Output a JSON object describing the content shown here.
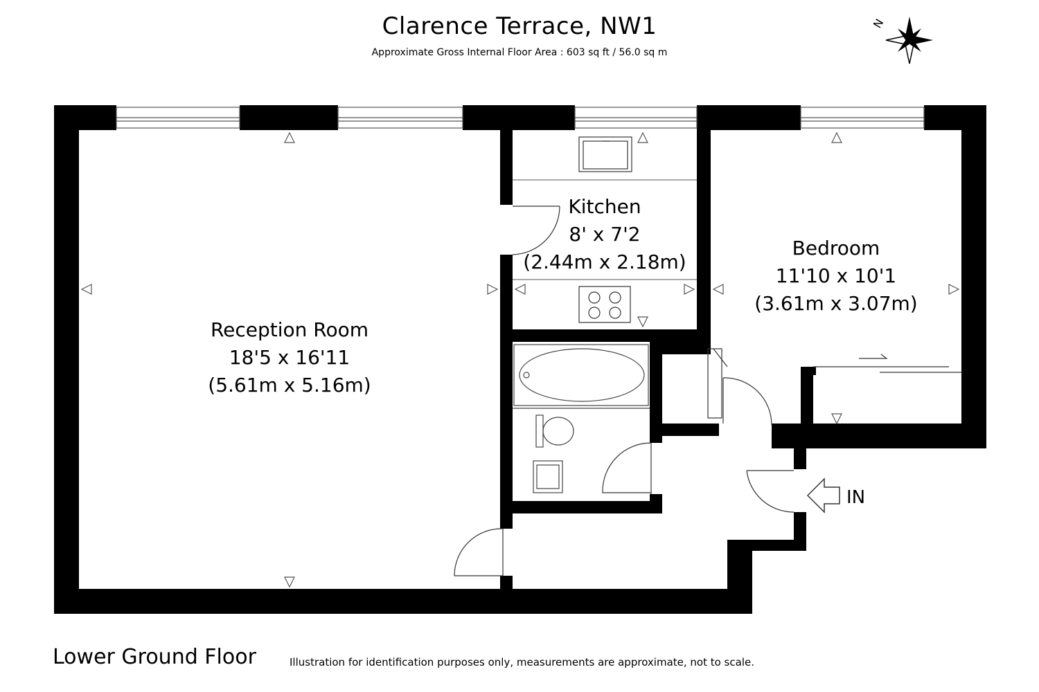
{
  "header": {
    "title": "Clarence Terrace, NW1",
    "subtitle": "Approximate Gross Internal Floor Area : 603 sq ft / 56.0 sq m"
  },
  "compass": {
    "letter": "N",
    "icon": "compass-rose-icon"
  },
  "rooms": {
    "reception": {
      "name": "Reception Room",
      "imperial": "18'5 x 16'11",
      "metric": "(5.61m x 5.16m)"
    },
    "kitchen": {
      "name": "Kitchen",
      "imperial": "8' x 7'2",
      "metric": "(2.44m x 2.18m)"
    },
    "bedroom": {
      "name": "Bedroom",
      "imperial": "11'10 x 10'1",
      "metric": "(3.61m x 3.07m)"
    }
  },
  "entrance": {
    "label": "IN",
    "icon": "entrance-arrow-icon"
  },
  "footer": {
    "floor": "Lower Ground Floor",
    "disclaimer": "Illustration for identification purposes only, measurements are approximate, not to scale."
  },
  "colors": {
    "wall": "#000000",
    "background": "#ffffff",
    "window_line": "#666666"
  }
}
